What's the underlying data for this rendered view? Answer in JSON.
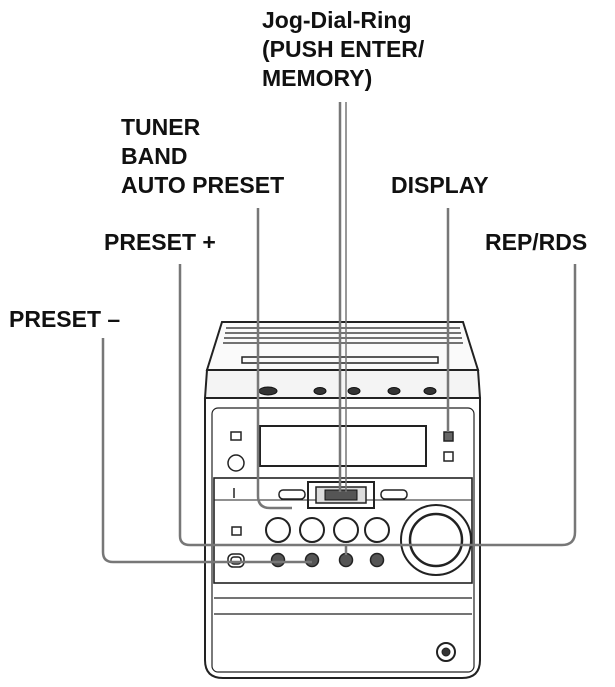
{
  "labels": {
    "jog_line1": "Jog-Dial-Ring",
    "jog_line2": "(PUSH ENTER/",
    "jog_line3": "MEMORY)",
    "tuner": "TUNER",
    "band": "BAND",
    "auto_preset": "AUTO PRESET",
    "display": "DISPLAY",
    "preset_plus": "PRESET +",
    "rep_rds": "REP/RDS",
    "preset_minus": "PRESET –"
  },
  "colors": {
    "ink": "#111111",
    "leader": "#777777",
    "device_outline": "#222222"
  }
}
